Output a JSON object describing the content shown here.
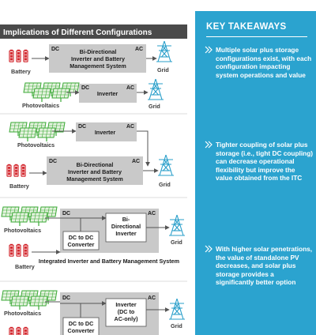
{
  "header": {
    "title": "Implications of Different Configurations"
  },
  "labels": {
    "battery": "Battery",
    "grid": "Grid",
    "photovoltaics": "Photovoltaics",
    "dc": "DC",
    "ac": "AC"
  },
  "boxes": {
    "bidirectional_inverter_battery": [
      "Bi-Directional",
      "Inverter and Battery",
      "Management System"
    ],
    "inverter": "Inverter",
    "bidirectional_inverter": [
      "Bi-",
      "Directional",
      "Inverter"
    ],
    "dc_to_dc_converter": [
      "DC to DC",
      "Converter"
    ],
    "integrated_system": "Integrated Inverter and Battery Management System",
    "inverter_dc_ac_only": [
      "Inverter",
      "(DC to",
      "AC-only)"
    ]
  },
  "key_takeaways": {
    "title": "KEY TAKEAWAYS",
    "items": [
      "Multiple solar plus storage configurations exist, with each configuration impacting system operations and value",
      "Tighter coupling of solar plus storage (i.e., tight DC coupling) can decrease operational flexibility but improve the value obtained from the ITC",
      "With higher solar penetrations, the value of standalone PV decreases, and solar plus storage provides a significantly better option"
    ]
  },
  "colors": {
    "header_bg": "#4a4a4a",
    "box_fill": "#c9c9c9",
    "battery": "#d2232a",
    "solar": "#3aa935",
    "grid": "#2a9fca",
    "panel": "#2ba3cf"
  }
}
